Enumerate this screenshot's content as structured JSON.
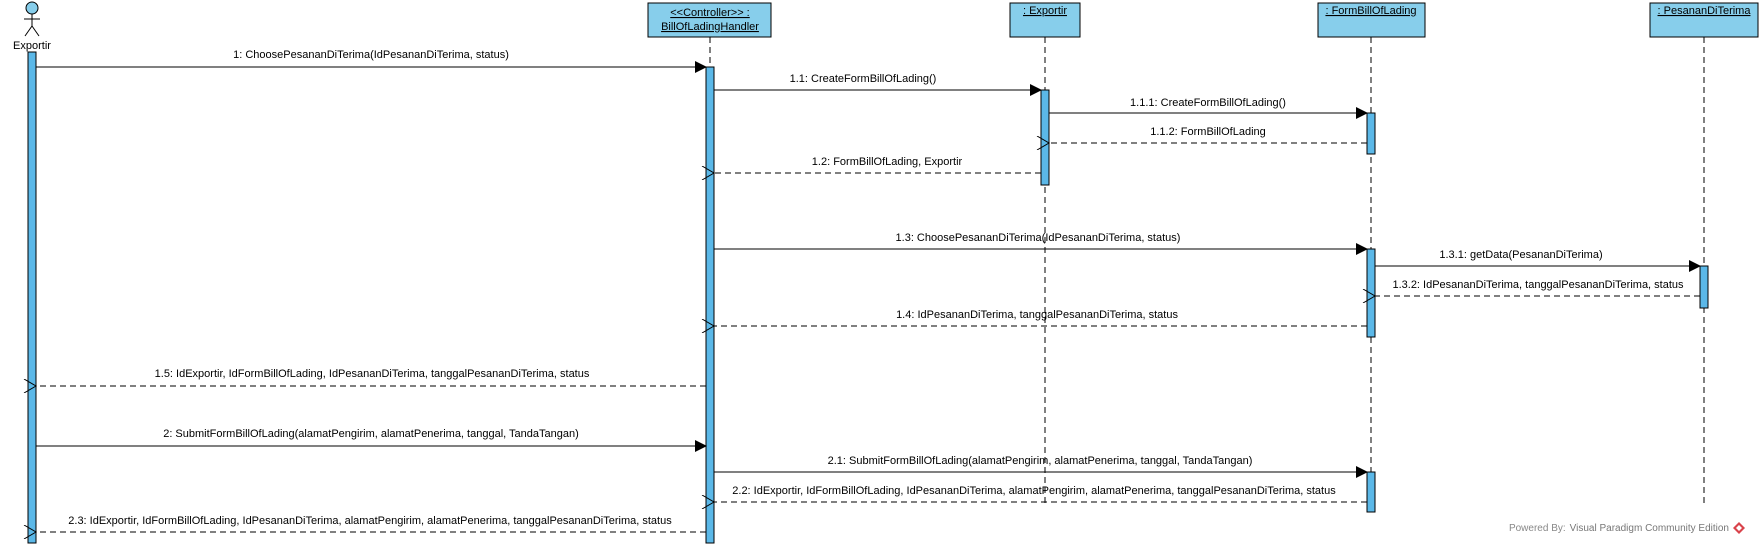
{
  "actor": {
    "name": "Exportir"
  },
  "lifelines": [
    {
      "id": "controller",
      "lines": [
        "<<Controller>> :",
        "BillOfLadingHandler"
      ]
    },
    {
      "id": "exportir",
      "lines": [
        ": Exportir"
      ]
    },
    {
      "id": "formbill",
      "lines": [
        ": FormBillOfLading"
      ]
    },
    {
      "id": "pesanan",
      "lines": [
        ": PesananDiTerima"
      ]
    }
  ],
  "messages": [
    {
      "id": "m1",
      "label": "1: ChoosePesananDiTerima(IdPesananDiTerima, status)",
      "kind": "call"
    },
    {
      "id": "m11",
      "label": "1.1: CreateFormBillOfLading()",
      "kind": "call"
    },
    {
      "id": "m111",
      "label": "1.1.1: CreateFormBillOfLading()",
      "kind": "call"
    },
    {
      "id": "m112",
      "label": "1.1.2: FormBillOfLading",
      "kind": "return"
    },
    {
      "id": "m12",
      "label": "1.2: FormBillOfLading, Exportir",
      "kind": "return"
    },
    {
      "id": "m13",
      "label": "1.3: ChoosePesananDiTerima(IdPesananDiTerima, status)",
      "kind": "call"
    },
    {
      "id": "m131",
      "label": "1.3.1: getData(PesananDiTerima)",
      "kind": "call"
    },
    {
      "id": "m132",
      "label": "1.3.2: IdPesananDiTerima, tanggalPesananDiTerima, status",
      "kind": "return"
    },
    {
      "id": "m14",
      "label": "1.4: IdPesananDiTerima, tanggalPesananDiTerima, status",
      "kind": "return"
    },
    {
      "id": "m15",
      "label": "1.5: IdExportir, IdFormBillOfLading, IdPesananDiTerima, tanggalPesananDiTerima, status",
      "kind": "return"
    },
    {
      "id": "m2",
      "label": "2: SubmitFormBillOfLading(alamatPengirim, alamatPenerima, tanggal, TandaTangan)",
      "kind": "call"
    },
    {
      "id": "m21",
      "label": "2.1: SubmitFormBillOfLading(alamatPengirim, alamatPenerima, tanggal, TandaTangan)",
      "kind": "call"
    },
    {
      "id": "m22",
      "label": "2.2: IdExportir, IdFormBillOfLading, IdPesananDiTerima, alamatPengirim, alamatPenerima, tanggalPesananDiTerima, status",
      "kind": "return"
    },
    {
      "id": "m23",
      "label": "2.3: IdExportir, IdFormBillOfLading, IdPesananDiTerima, alamatPengirim, alamatPenerima, tanggalPesananDiTerima, status",
      "kind": "return"
    }
  ],
  "footer": {
    "powered_by": "Powered By:",
    "product": "Visual Paradigm Community Edition"
  },
  "colors": {
    "box_fill": "#87CEEB",
    "activation_fill": "#5BB8E8",
    "stroke": "#000000"
  }
}
